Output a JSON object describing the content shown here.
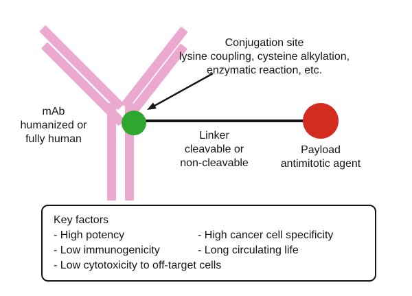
{
  "colors": {
    "antibody_pink": "#ECA9D0",
    "conjugation_green": "#2EA72E",
    "payload_red": "#D32B1E",
    "line_black": "#151515",
    "background": "#FFFFFF"
  },
  "diagram": {
    "mab_label": "mAb\nhumanized or\nfully human",
    "conjugation_label": "Conjugation site\nlysine coupling, cysteine alkylation,\nenzymatic reaction, etc.",
    "linker_label": "Linker\ncleavable or\nnon-cleavable",
    "payload_label": "Payload\nantimitotic agent"
  },
  "key_factors": {
    "title": "Key factors",
    "left_items": [
      "- High potency",
      "- Low immunogenicity",
      "- Low cytotoxicity to off-target cells"
    ],
    "right_items": [
      "- High cancer cell specificity",
      "- Long circulating life"
    ]
  }
}
